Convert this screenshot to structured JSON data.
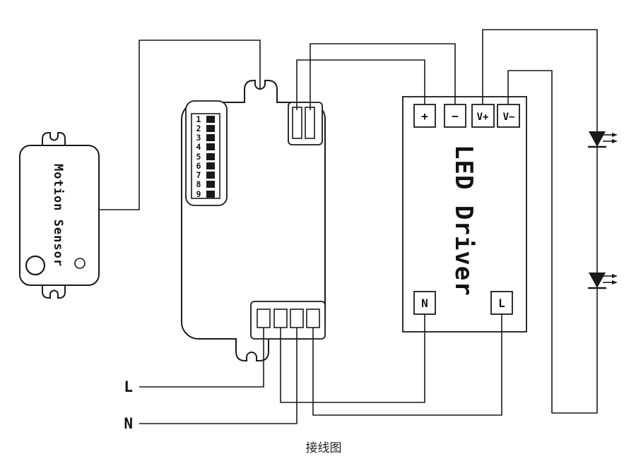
{
  "diagram": {
    "caption": "接线图",
    "motion_sensor": {
      "label": "Motion Sensor"
    },
    "controller": {
      "dip_digits": [
        "1",
        "2",
        "3",
        "4",
        "5",
        "6",
        "7",
        "8",
        "9"
      ]
    },
    "led_driver": {
      "label": "LED Driver",
      "terminals_top": [
        "+",
        "−",
        "V+",
        "V−"
      ],
      "terminals_bottom": [
        "N",
        "L"
      ]
    },
    "mains": {
      "live_label": "L",
      "neutral_label": "N"
    },
    "colors": {
      "line": "#1a1a1a",
      "background": "#ffffff"
    }
  }
}
